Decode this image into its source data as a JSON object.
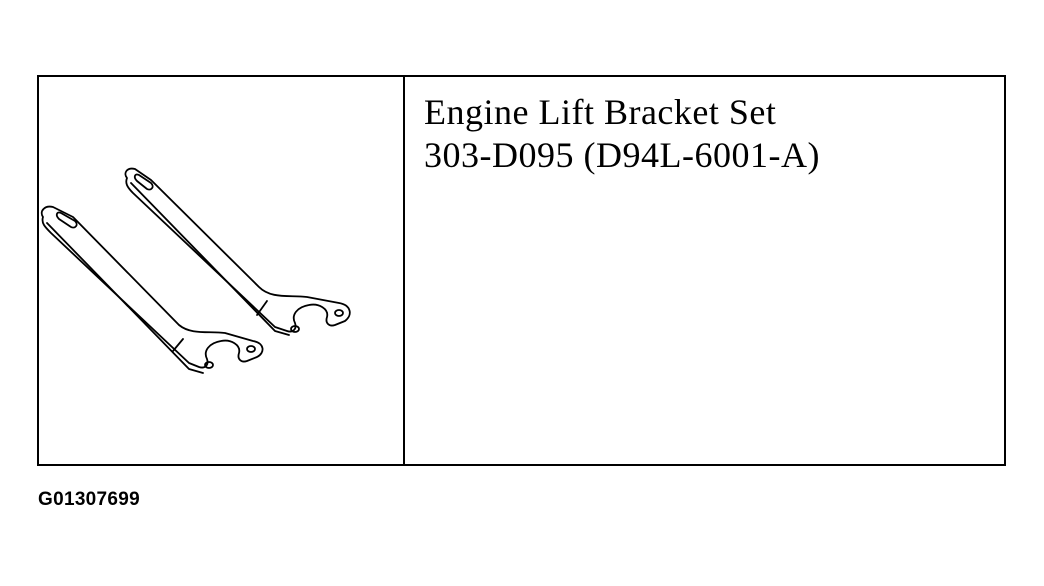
{
  "tool": {
    "name": "Engine Lift Bracket Set",
    "part_number": "303-D095 (D94L-6001-A)",
    "illustration": "engine-lift-bracket-pair"
  },
  "figure_id": "G01307699"
}
